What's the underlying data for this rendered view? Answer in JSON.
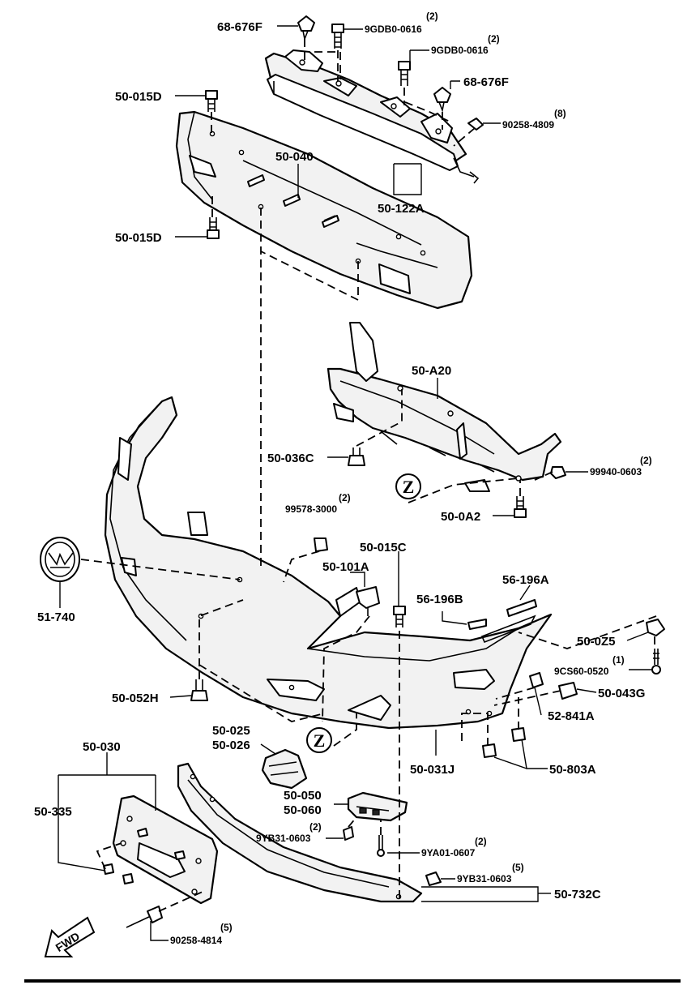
{
  "labels": [
    {
      "id": "l1",
      "text": "68-676F",
      "qty": ""
    },
    {
      "id": "l2",
      "text": "9GDB0-0616",
      "qty": "(2)"
    },
    {
      "id": "l3",
      "text": "9GDB0-0616",
      "qty": "(2)"
    },
    {
      "id": "l4",
      "text": "68-676F",
      "qty": ""
    },
    {
      "id": "l5",
      "text": "90258-4809",
      "qty": "(8)"
    },
    {
      "id": "l6",
      "text": "50-015D",
      "qty": ""
    },
    {
      "id": "l7",
      "text": "50-040",
      "qty": ""
    },
    {
      "id": "l8",
      "text": "50-122A",
      "qty": ""
    },
    {
      "id": "l9",
      "text": "50-015D",
      "qty": ""
    },
    {
      "id": "l10",
      "text": "50-A20",
      "qty": ""
    },
    {
      "id": "l11",
      "text": "50-036C",
      "qty": ""
    },
    {
      "id": "l12",
      "text": "99940-0603",
      "qty": "(2)"
    },
    {
      "id": "l13",
      "text": "50-0A2",
      "qty": ""
    },
    {
      "id": "l14",
      "text": "99578-3000",
      "qty": "(2)"
    },
    {
      "id": "l15",
      "text": "50-015C",
      "qty": ""
    },
    {
      "id": "l16",
      "text": "50-101A",
      "qty": ""
    },
    {
      "id": "l17",
      "text": "56-196A",
      "qty": ""
    },
    {
      "id": "l18",
      "text": "56-196B",
      "qty": ""
    },
    {
      "id": "l19",
      "text": "51-740",
      "qty": ""
    },
    {
      "id": "l20",
      "text": "50-0Z5",
      "qty": ""
    },
    {
      "id": "l21",
      "text": "9CS60-0520",
      "qty": "(1)"
    },
    {
      "id": "l22",
      "text": "50-043G",
      "qty": ""
    },
    {
      "id": "l23",
      "text": "50-052H",
      "qty": ""
    },
    {
      "id": "l24",
      "text": "52-841A",
      "qty": ""
    },
    {
      "id": "l25",
      "text": "50-025",
      "qty": ""
    },
    {
      "id": "l26",
      "text": "50-026",
      "qty": ""
    },
    {
      "id": "l27",
      "text": "50-031J",
      "qty": ""
    },
    {
      "id": "l28",
      "text": "50-803A",
      "qty": ""
    },
    {
      "id": "l29",
      "text": "50-030",
      "qty": ""
    },
    {
      "id": "l30",
      "text": "50-335",
      "qty": ""
    },
    {
      "id": "l31",
      "text": "50-050",
      "qty": ""
    },
    {
      "id": "l32",
      "text": "50-060",
      "qty": ""
    },
    {
      "id": "l33",
      "text": "9YB31-0603",
      "qty": "(2)"
    },
    {
      "id": "l34",
      "text": "9YA01-0607",
      "qty": "(2)"
    },
    {
      "id": "l35",
      "text": "9YB31-0603",
      "qty": "(5)"
    },
    {
      "id": "l36",
      "text": "50-732C",
      "qty": ""
    },
    {
      "id": "l37",
      "text": "90258-4814",
      "qty": "(5)"
    }
  ],
  "markers": {
    "z_upper": "Z",
    "z_lower": "Z"
  },
  "fwd": "FWD"
}
